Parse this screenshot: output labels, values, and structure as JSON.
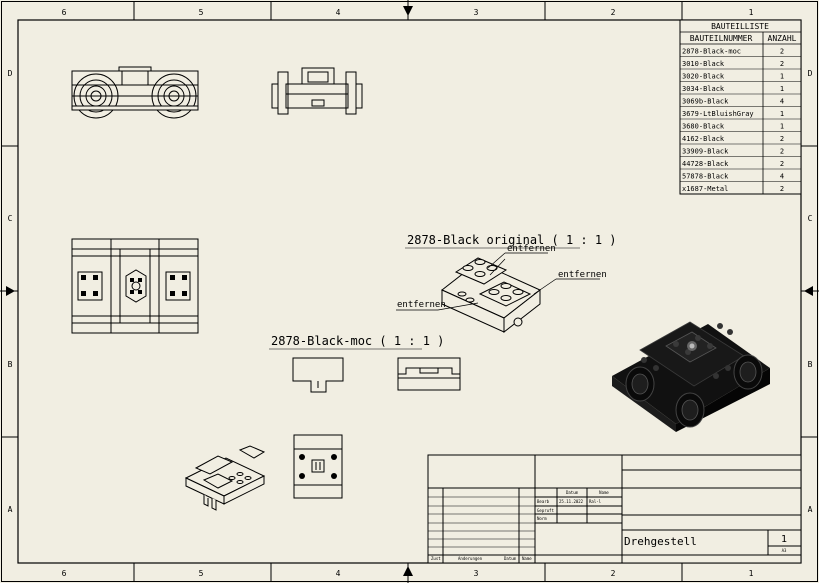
{
  "sheet": {
    "column_labels": [
      "6",
      "5",
      "4",
      "3",
      "2",
      "1"
    ],
    "row_labels": [
      "D",
      "C",
      "B",
      "A"
    ]
  },
  "parts_list": {
    "title": "BAUTEILLISTE",
    "headers": {
      "part_number": "BAUTEILNUMMER",
      "quantity": "ANZAHL"
    },
    "rows": [
      {
        "part": "2878-Black-moc",
        "qty": "2"
      },
      {
        "part": "3010-Black",
        "qty": "2"
      },
      {
        "part": "3020-Black",
        "qty": "1"
      },
      {
        "part": "3034-Black",
        "qty": "1"
      },
      {
        "part": "3069b-Black",
        "qty": "4"
      },
      {
        "part": "3679-LtBluishGray",
        "qty": "1"
      },
      {
        "part": "3680-Black",
        "qty": "1"
      },
      {
        "part": "4162-Black",
        "qty": "2"
      },
      {
        "part": "33909-Black",
        "qty": "2"
      },
      {
        "part": "44728-Black",
        "qty": "2"
      },
      {
        "part": "57878-Black",
        "qty": "4"
      },
      {
        "part": "x1687-Metal",
        "qty": "2"
      }
    ]
  },
  "views": {
    "original_label": "2878-Black original ( 1 : 1 )",
    "moc_label": "2878-Black-moc ( 1 : 1 )",
    "annotations": [
      "entfernen",
      "entfernen",
      "entfernen"
    ]
  },
  "title_block": {
    "col_date": "Datum",
    "col_name": "Name",
    "row1_label": "Bearb",
    "row1_date": "25.11.2022",
    "row1_name": "Ral-l",
    "row2_label": "Gepruft",
    "row3_label": "Norm",
    "bottom_labels": [
      "Zust",
      "Anderungen",
      "Datum",
      "Name"
    ],
    "drawing_title": "Drehgestell",
    "sheet_number": "1",
    "sheet_format": "A3"
  }
}
